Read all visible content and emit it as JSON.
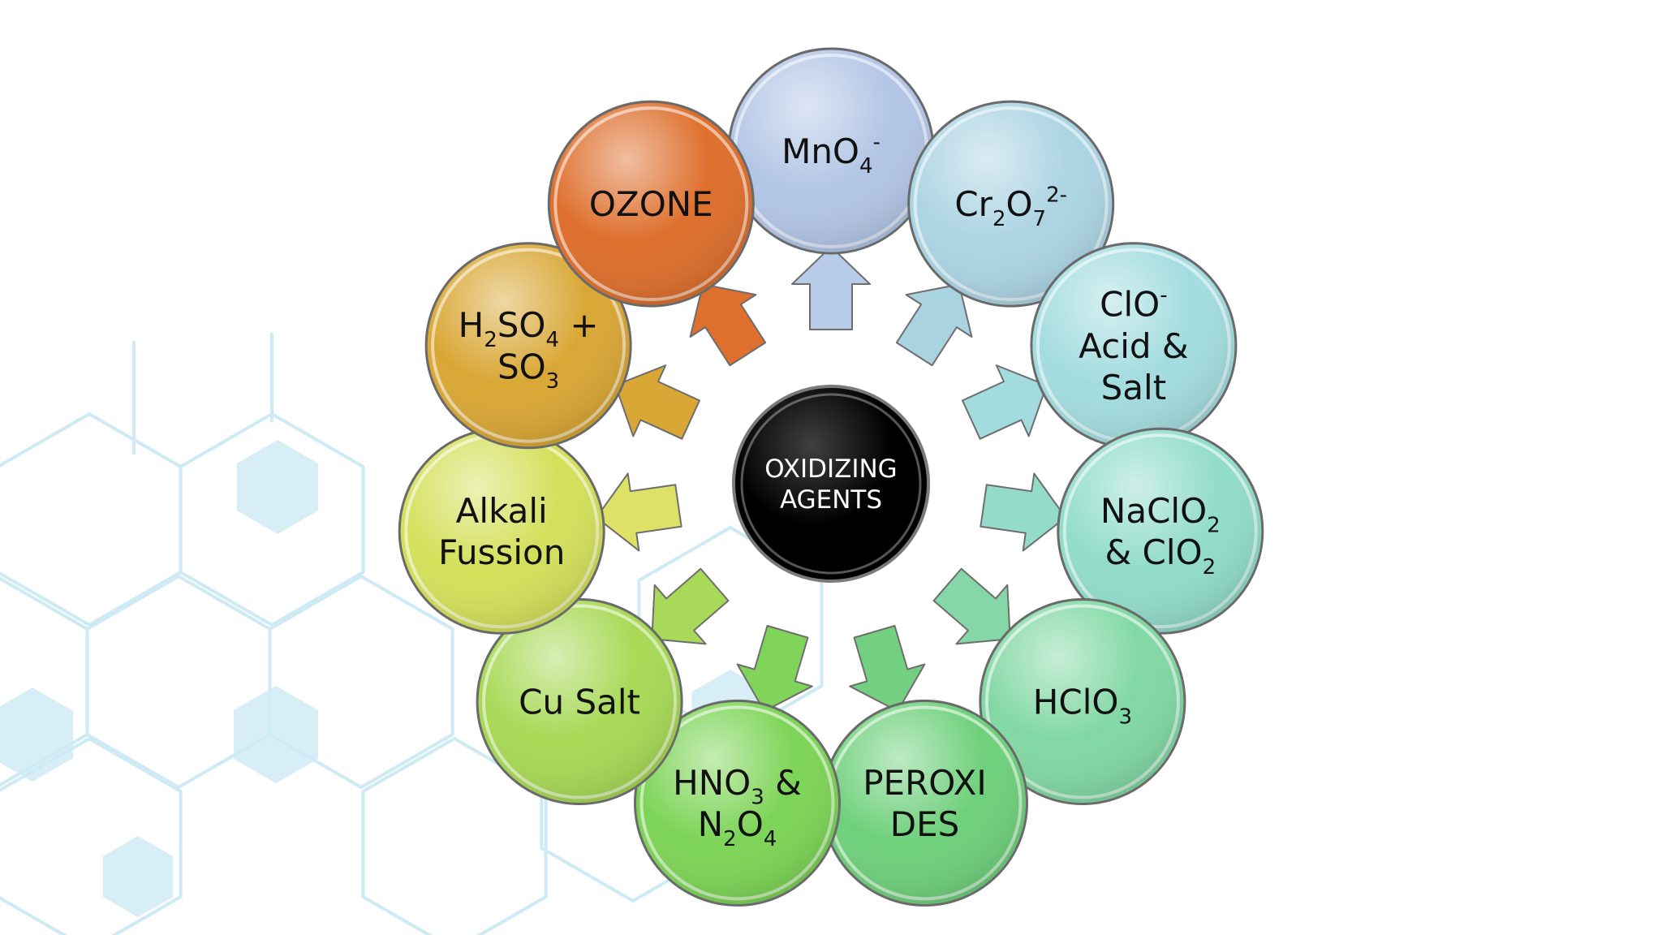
{
  "center": {
    "lines": [
      [
        {
          "t": "OXIDIZING"
        }
      ],
      [
        {
          "t": "AGENTS"
        }
      ]
    ]
  },
  "nodes": [
    {
      "id": "mno4",
      "color": "#b3c6e6",
      "lines": [
        [
          {
            "t": "MnO"
          },
          {
            "t": "4",
            "sub": true
          },
          {
            "t": "-",
            "sup": true
          }
        ]
      ]
    },
    {
      "id": "cr2o7",
      "color": "#acd4e3",
      "lines": [
        [
          {
            "t": "Cr"
          },
          {
            "t": "2",
            "sub": true
          },
          {
            "t": "O"
          },
          {
            "t": "7",
            "sub": true
          },
          {
            "t": "2-",
            "sup": true
          }
        ]
      ]
    },
    {
      "id": "clo",
      "color": "#a3dcdf",
      "lines": [
        [
          {
            "t": "ClO"
          },
          {
            "t": "-",
            "sup": true
          }
        ],
        [
          {
            "t": "Acid &"
          }
        ],
        [
          {
            "t": "Salt"
          }
        ]
      ]
    },
    {
      "id": "naclo2",
      "color": "#92dcca",
      "lines": [
        [
          {
            "t": "NaClO"
          },
          {
            "t": "2",
            "sub": true
          }
        ],
        [
          {
            "t": "& ClO"
          },
          {
            "t": "2",
            "sub": true
          }
        ]
      ]
    },
    {
      "id": "hclo3",
      "color": "#82d8a4",
      "lines": [
        [
          {
            "t": "HClO"
          },
          {
            "t": "3",
            "sub": true
          }
        ]
      ]
    },
    {
      "id": "peroxides",
      "color": "#6fd07c",
      "lines": [
        [
          {
            "t": "PEROXI"
          }
        ],
        [
          {
            "t": "DES"
          }
        ]
      ]
    },
    {
      "id": "hno3",
      "color": "#7dd457",
      "lines": [
        [
          {
            "t": "HNO"
          },
          {
            "t": "3",
            "sub": true
          },
          {
            "t": " &"
          }
        ],
        [
          {
            "t": "N"
          },
          {
            "t": "2",
            "sub": true
          },
          {
            "t": "O"
          },
          {
            "t": "4",
            "sub": true
          }
        ]
      ]
    },
    {
      "id": "cu-salt",
      "color": "#a7d956",
      "lines": [
        [
          {
            "t": "Cu Salt"
          }
        ]
      ]
    },
    {
      "id": "alkali-fussion",
      "color": "#d4e05b",
      "lines": [
        [
          {
            "t": "Alkali"
          }
        ],
        [
          {
            "t": "Fussion"
          }
        ]
      ]
    },
    {
      "id": "h2so4",
      "color": "#d9a735",
      "lines": [
        [
          {
            "t": "H"
          },
          {
            "t": "2",
            "sub": true
          },
          {
            "t": "SO"
          },
          {
            "t": "4",
            "sub": true
          },
          {
            "t": " +"
          }
        ],
        [
          {
            "t": "SO"
          },
          {
            "t": "3",
            "sub": true
          }
        ]
      ]
    },
    {
      "id": "ozone",
      "color": "#de6f2d",
      "lines": [
        [
          {
            "t": "OZONE"
          }
        ]
      ]
    }
  ],
  "arrow_colors": [
    "#b8cbe8",
    "#aad3e2",
    "#a3dcdf",
    "#94dcca",
    "#85d7a8",
    "#73d081",
    "#80d45a",
    "#a8d958",
    "#dde266",
    "#d9a735",
    "#de6f2d"
  ],
  "hex_color": "#cdeaf5",
  "hub_color": "#000000"
}
